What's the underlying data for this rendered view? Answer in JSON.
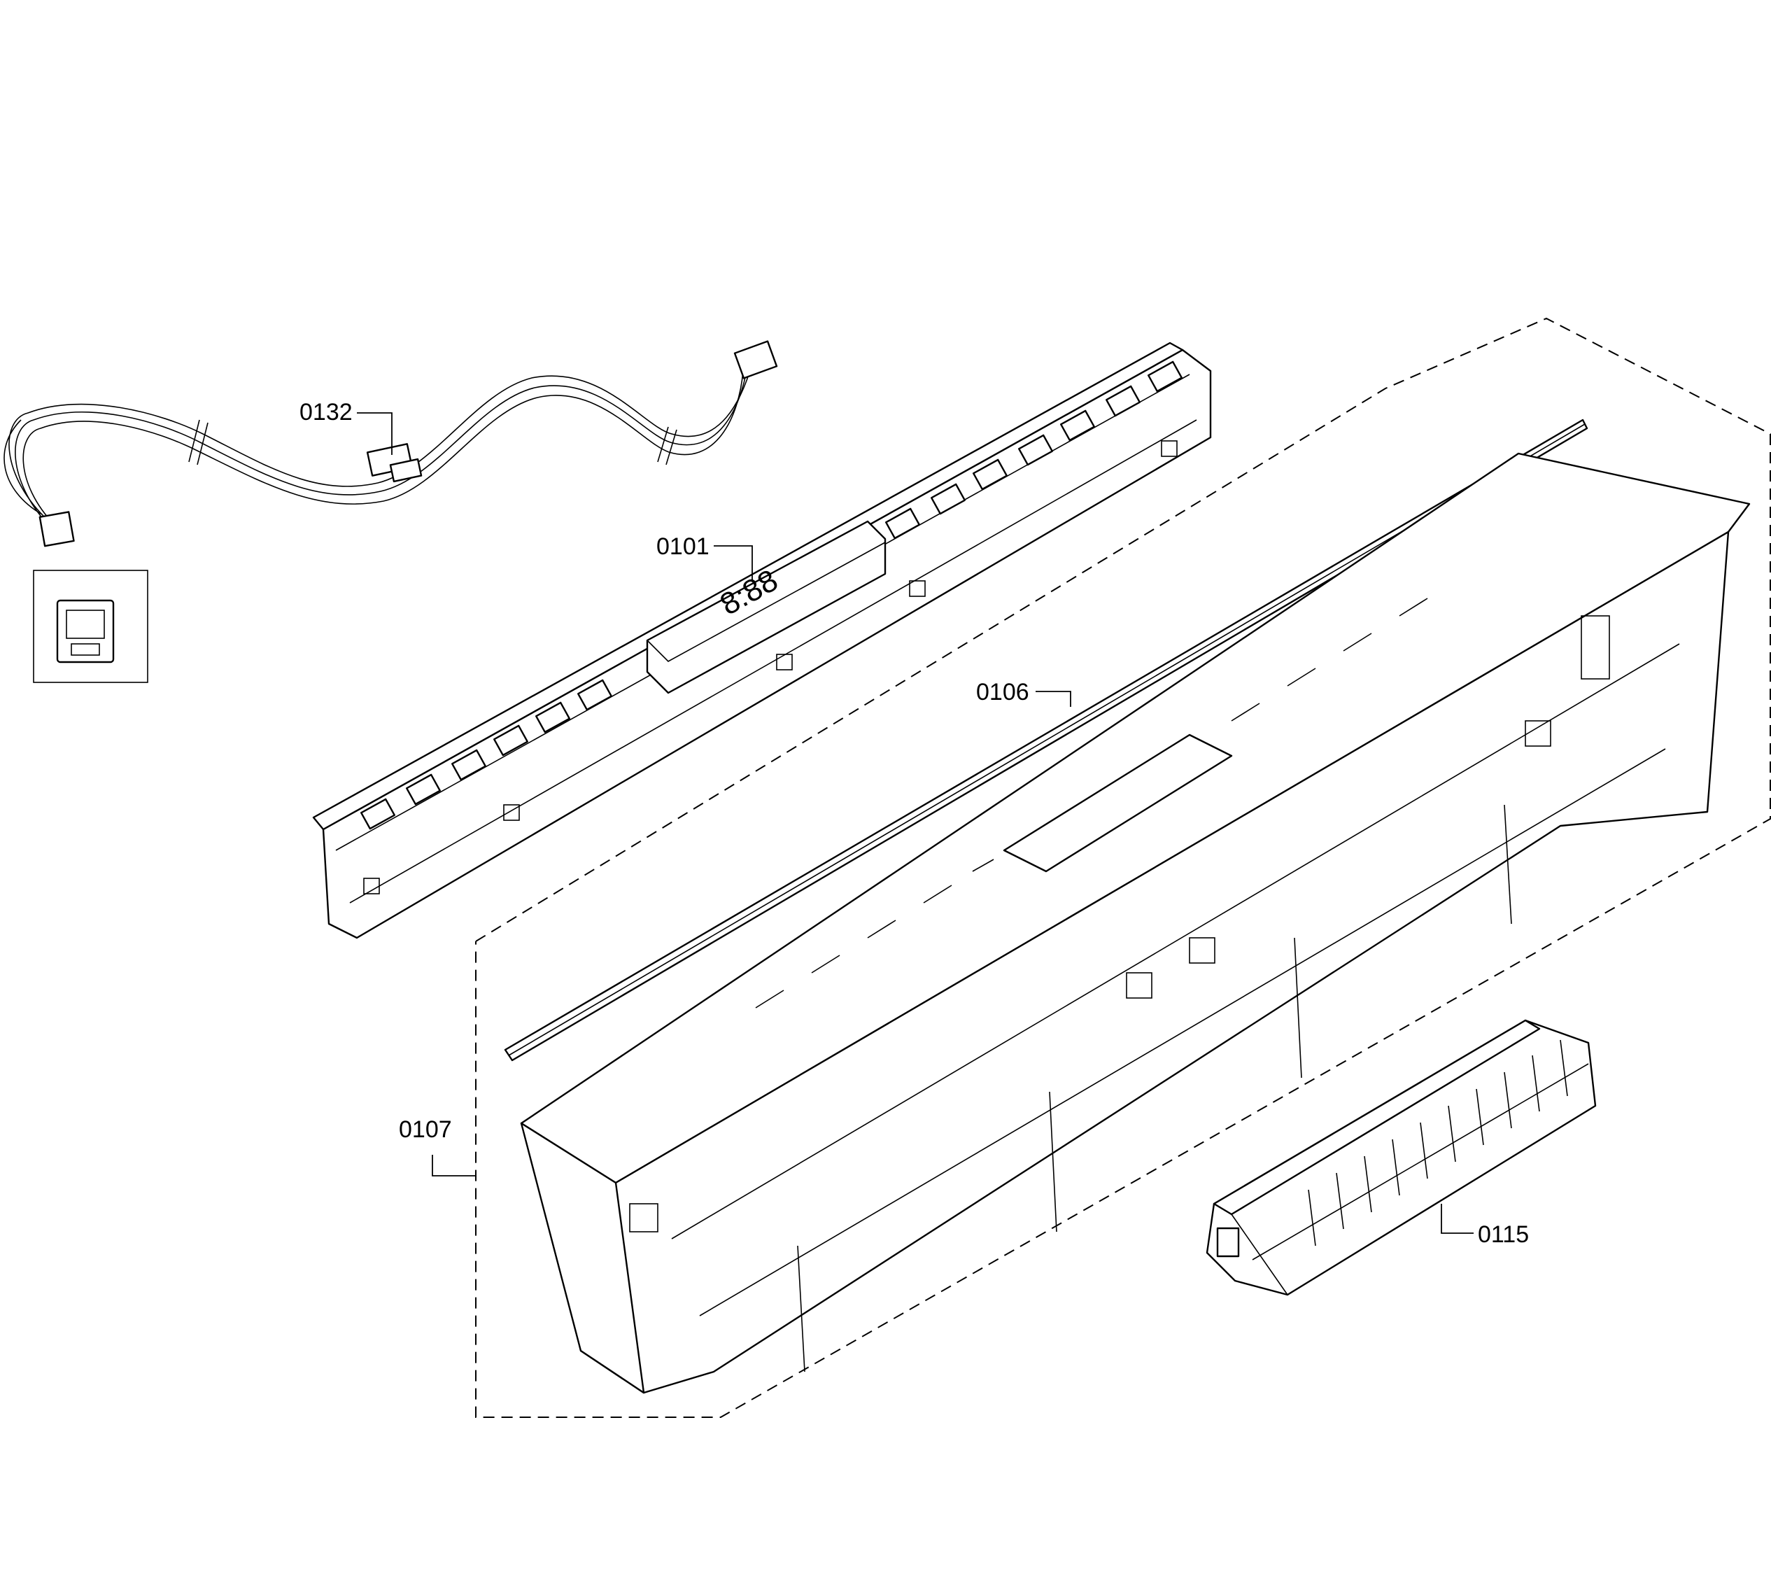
{
  "diagram": {
    "parts": [
      {
        "id": "harness",
        "label": "0132"
      },
      {
        "id": "control-board",
        "label": "0101"
      },
      {
        "id": "seal-strip",
        "label": "0106"
      },
      {
        "id": "control-panel",
        "label": "0107"
      },
      {
        "id": "handle",
        "label": "0115"
      }
    ],
    "display_digits": "8:88"
  }
}
